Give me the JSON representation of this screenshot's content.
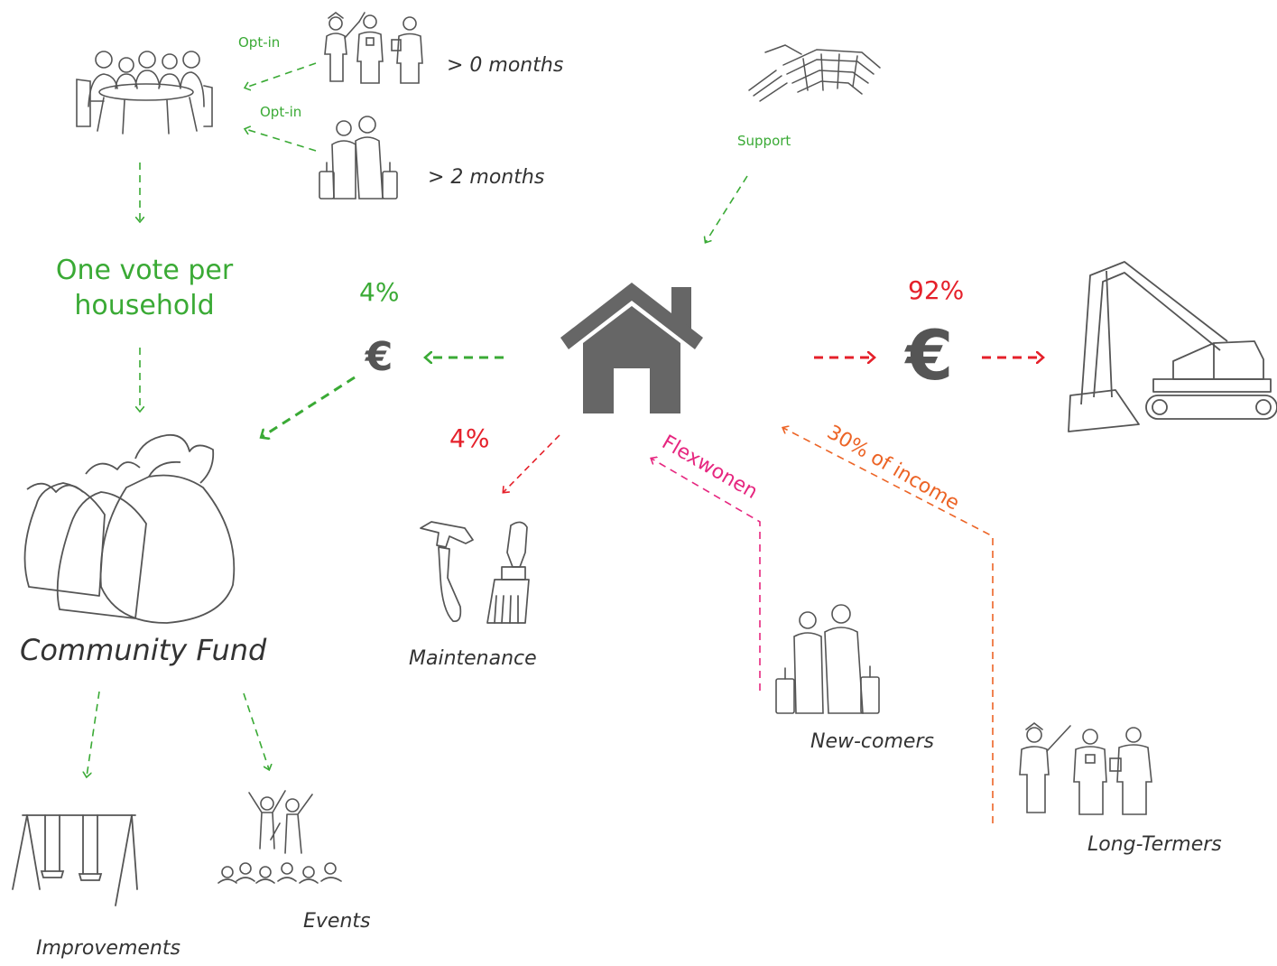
{
  "colors": {
    "green": "#3aaa35",
    "red": "#e5202a",
    "pink": "#e6267f",
    "orange": "#ec6426",
    "house": "#666666",
    "line_art": "#555555",
    "text": "#333333"
  },
  "icons": {
    "meeting": "people-at-table-icon",
    "professionals": "professionals-group-icon",
    "travellers": "travellers-with-luggage-icon",
    "parliament": "parliament-seats-icon",
    "house": "house-icon",
    "euro": "euro-icon",
    "excavator": "excavator-icon",
    "money_bags": "money-bags-icon",
    "tools": "hammer-and-brush-icon",
    "swing": "swing-set-icon",
    "events": "crowd-celebrating-icon"
  },
  "labels": {
    "opt_in_1": "Opt-in",
    "opt_in_2": "Opt-in",
    "months_0": "> 0 months",
    "months_2": "> 2 months",
    "support": "Support",
    "vote_line1": "One vote per",
    "vote_line2": "household",
    "pct_fund": "4%",
    "euro_symbol": "€",
    "pct_maintenance": "4%",
    "pct_construction": "92%",
    "flexwonen": "Flexwonen",
    "income": "30% of income",
    "community_fund": "Community Fund",
    "maintenance": "Maintenance",
    "new_comers": "New-comers",
    "long_termers": "Long-Termers",
    "improvements": "Improvements",
    "events": "Events"
  }
}
